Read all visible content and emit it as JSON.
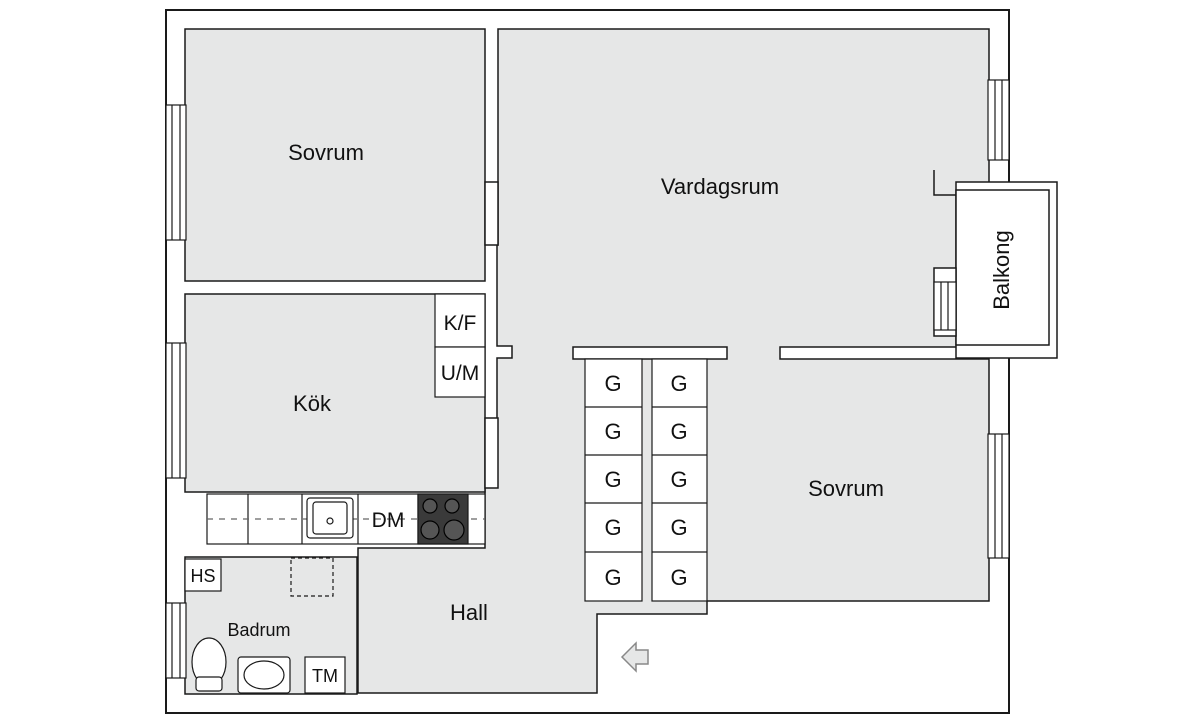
{
  "rooms": {
    "bedroom_1": "Sovrum",
    "living_room": "Vardagsrum",
    "balcony": "Balkong",
    "kitchen": "Kök",
    "bedroom_2": "Sovrum",
    "hall": "Hall",
    "bathroom": "Badrum"
  },
  "fixtures": {
    "fridge_freezer": "K/F",
    "microwave_oven": "U/M",
    "dishwasher": "DM",
    "drying_cabinet": "HS",
    "washing_machine": "TM"
  },
  "wardrobes": [
    "G",
    "G",
    "G",
    "G",
    "G",
    "G",
    "G",
    "G",
    "G",
    "G"
  ],
  "colors": {
    "floor": "#e6e7e7",
    "wall": "#ffffff",
    "line": "#1a1a1a",
    "stove": "#3a3a3a"
  }
}
